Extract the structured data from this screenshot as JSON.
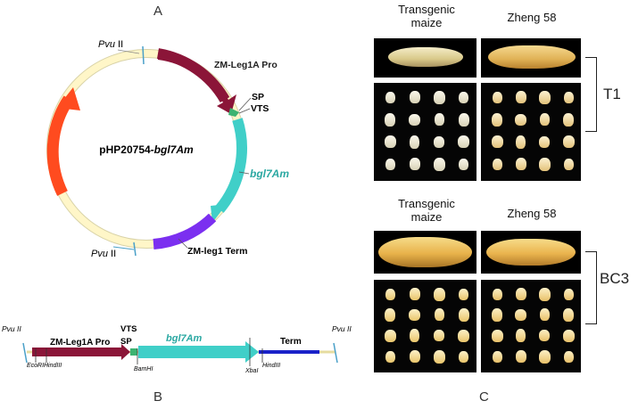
{
  "panels": {
    "a": "A",
    "b": "B",
    "c": "C"
  },
  "plasmid": {
    "name_prefix": "pHP20754-",
    "name_gene": "bgl7Am",
    "elements": {
      "promoter": "ZM-Leg1A Pro",
      "sp": "SP",
      "vts": "VTS",
      "gene": "bgl7Am",
      "terminator": "ZM-leg1 Term"
    },
    "restriction_italic": "Pvu",
    "restriction_roman": " II",
    "colors": {
      "promoter": "#8b1538",
      "sp_vts": "#3cb371",
      "gene": "#40cfc8",
      "terminator": "#7b2ff0",
      "selection": "#ff4b1f",
      "backbone": "#fff6c8"
    }
  },
  "linear_map": {
    "left_site": "Pvu II",
    "right_site": "Pvu II",
    "promoter": "ZM-Leg1A Pro",
    "vts": "VTS",
    "sp": "SP",
    "gene": "bgl7Am",
    "terminator": "Term",
    "sites": {
      "ecori": "EcoRI",
      "hindiii_1": "HindIII",
      "bamhi": "BamHI",
      "xbai": "XbaI",
      "hindiii_2": "HindIII"
    }
  },
  "photos": {
    "t1": {
      "transgenic": "Transgenic\nmaize",
      "control": "Zheng 58",
      "generation": "T1"
    },
    "bc3": {
      "transgenic": "Transgenic\nmaize",
      "control": "Zheng 58",
      "generation": "BC3"
    }
  }
}
